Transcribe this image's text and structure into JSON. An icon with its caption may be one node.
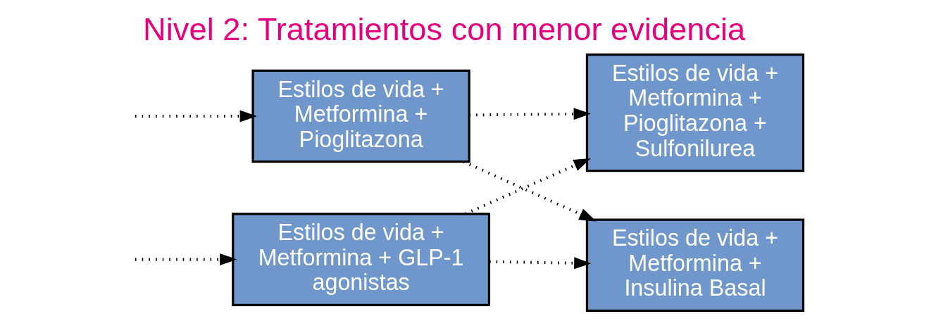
{
  "diagram": {
    "title": "Nivel 2: Tratamientos con menor evidencia",
    "nodes": [
      {
        "text": [
          "Estilos de vida + Metformina + Pioglitazona"
        ]
      },
      {
        "text": [
          "Estilos de vida + Metformina + GLP-1 agonistas"
        ]
      },
      {
        "text": [
          "Estilos de vida + Metformina + Pioglitazona + Sulfonilurea"
        ]
      },
      {
        "text": [
          "Estilos de vida + Metformina + Insulina Basal"
        ]
      }
    ],
    "edges": [
      {
        "from": null,
        "to": 0,
        "arrow": "to",
        "style": "dashed"
      },
      {
        "from": null,
        "to": 1,
        "arrow": "to",
        "style": "dashed"
      },
      {
        "from": 0,
        "to": 2,
        "arrow": "to",
        "style": "dashed"
      },
      {
        "from": 0,
        "to": 3,
        "arrow": "to",
        "style": "dashed"
      },
      {
        "from": 1,
        "to": 2,
        "arrow": "to",
        "style": "dashed"
      },
      {
        "from": 1,
        "to": 3,
        "arrow": "to",
        "style": "dashed"
      }
    ]
  }
}
